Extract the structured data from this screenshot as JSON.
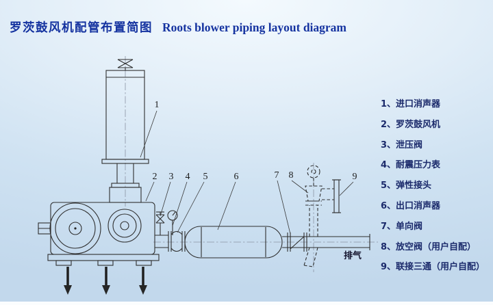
{
  "title": {
    "zh": "罗茨鼓风机配管布置简图",
    "en": "Roots blower piping layout diagram"
  },
  "legend": {
    "items": [
      {
        "text": "1、进口消声器"
      },
      {
        "text": "2、罗茨鼓风机"
      },
      {
        "text": "3、泄压阀"
      },
      {
        "text": "4、耐震压力表"
      },
      {
        "text": "5、弹性接头"
      },
      {
        "text": "6、出口消声器"
      },
      {
        "text": "7、单向阀"
      },
      {
        "text": "8、放空阀（用户自配）"
      },
      {
        "text": "9、联接三通（用户自配）"
      }
    ]
  },
  "diagram": {
    "exhaust_label": "排气",
    "callouts": [
      "1",
      "2",
      "3",
      "4",
      "5",
      "6",
      "7",
      "8",
      "9"
    ]
  },
  "colors": {
    "title_blue": "#1533a0",
    "legend_navy": "#1b2a6b",
    "line_dark": "#2e2e2e",
    "background_top": "#f4fafe",
    "background_bottom": "#c2d8ec"
  }
}
